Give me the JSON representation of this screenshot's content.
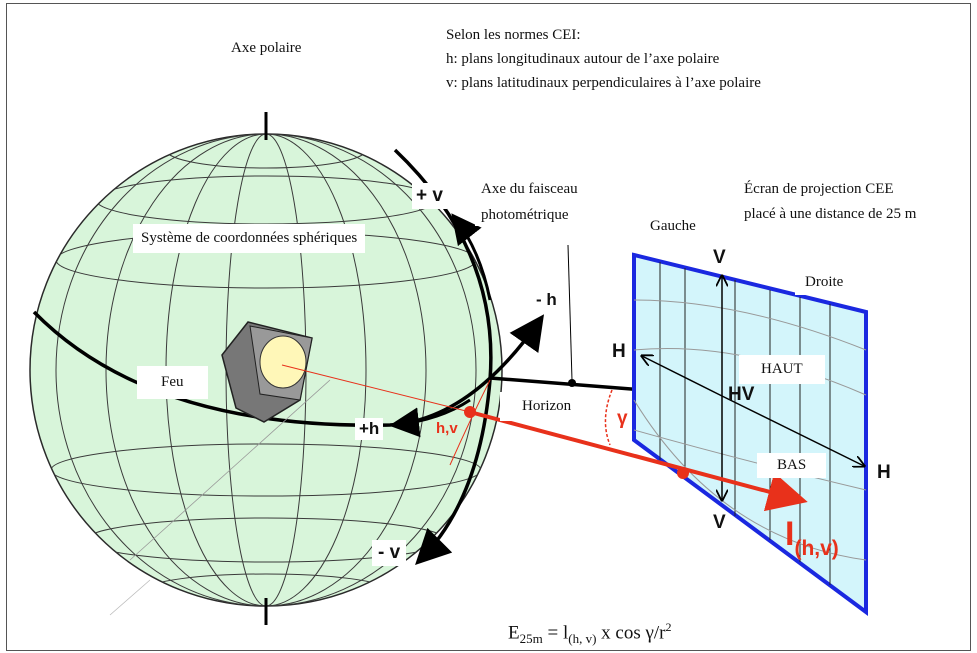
{
  "norms": {
    "title": "Selon les normes CEI:",
    "h_line": "h: plans longitudinaux autour de l’axe polaire",
    "v_line": "v: plans latitudinaux perpendiculaires à l’axe polaire"
  },
  "labels": {
    "polar_axis": "Axe polaire",
    "beam_axis_1": "Axe du faisceau",
    "beam_axis_2": "photométrique",
    "coord_system": "Système de coordonnées sphériques",
    "lamp": "Feu",
    "horizon": "Horizon",
    "screen_1": "Écran de projection CEE",
    "screen_2": "placé à une distance de 25 m",
    "left": "Gauche",
    "right": "Droite",
    "top": "HAUT",
    "bottom": "BAS"
  },
  "symbols": {
    "plus_v": "+ v",
    "minus_v": "- v",
    "plus_h": "+h",
    "minus_h": "- h",
    "hv_point": "h,v",
    "gamma": "γ",
    "V_top": "V",
    "V_bottom": "V",
    "H_left": "H",
    "H_right": "H",
    "HV": "HV",
    "I_main": "I",
    "I_sub": "(h,v)"
  },
  "formula": {
    "E": "E",
    "E_sub": "25m",
    "eq": " = l",
    "l_sub": "(h, v)",
    "rest": " x cos γ/r",
    "sup": "2"
  },
  "colors": {
    "sphere": "#d8f5da",
    "screen": "#d3f5fb",
    "screen_border": "#1a28e0",
    "red": "#e8311b"
  }
}
